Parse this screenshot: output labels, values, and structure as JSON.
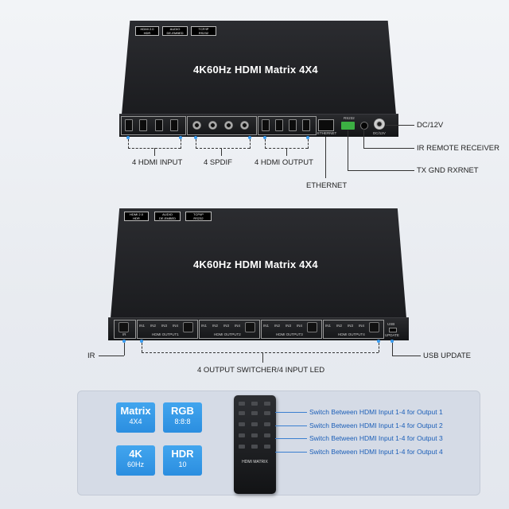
{
  "device_top": {
    "title": "4K60Hz HDMI Matrix 4X4",
    "badges": [
      {
        "line1": "HDMI 2.0",
        "line2": "HDR"
      },
      {
        "line1": "AUDIO",
        "line2": "DE-EMBED"
      },
      {
        "line1": "TCP/IP",
        "line2": "RS232"
      }
    ],
    "rear_labels": {
      "ethernet_port": "ETHERNET",
      "rs232": "RS232",
      "dc": "DC/12V"
    },
    "callouts": {
      "hdmi_input": "4 HDMI INPUT",
      "spdif": "4 SPDIF",
      "hdmi_output": "4 HDMI OUTPUT",
      "ethernet": "ETHERNET",
      "dc": "DC/12V",
      "ir_receiver": "IR REMOTE RECEIVER",
      "rs232": "TX GND RXRNET"
    }
  },
  "device_bottom": {
    "title": "4K60Hz HDMI Matrix 4X4",
    "badges": [
      {
        "line1": "HDMI 2.0",
        "line2": "HDR"
      },
      {
        "line1": "AUDIO",
        "line2": "DE-EMBED"
      },
      {
        "line1": "TCP/IP",
        "line2": "RS232"
      }
    ],
    "front_groups": [
      {
        "inputs": [
          "IN1",
          "IN2",
          "IN3",
          "IN4"
        ],
        "label": "HDMI OUTPUT1"
      },
      {
        "inputs": [
          "IN1",
          "IN2",
          "IN3",
          "IN4"
        ],
        "label": "HDMI OUTPUT2"
      },
      {
        "inputs": [
          "IN1",
          "IN2",
          "IN3",
          "IN4"
        ],
        "label": "HDMI OUTPUT3"
      },
      {
        "inputs": [
          "IN1",
          "IN2",
          "IN3",
          "IN4"
        ],
        "label": "HDMI OUTPUT4"
      }
    ],
    "ir_label": "IR",
    "usb_label": "USB",
    "update_label": "UPDATE",
    "callouts": {
      "ir": "IR",
      "usb": "USB UPDATE",
      "switcher": "4 OUTPUT SWITCHER/4 INPUT LED"
    }
  },
  "features": [
    {
      "big": "Matrix",
      "small": "4X4"
    },
    {
      "big": "RGB",
      "small": "8:8:8"
    },
    {
      "big": "4K",
      "small": "60Hz"
    },
    {
      "big": "HDR",
      "small": "10"
    }
  ],
  "remote": {
    "label": "HDMI MATRIX",
    "lines": [
      "Switch Between HDMI Input 1-4 for Output 1",
      "Switch Between HDMI Input 1-4 for Output 2",
      "Switch Between HDMI Input 1-4 for Output 3",
      "Switch Between HDMI Input 1-4 for Output 4"
    ]
  },
  "colors": {
    "accent": "#2b8ee0",
    "device": "#1e1f22",
    "callout_line": "#3a7fd0"
  }
}
